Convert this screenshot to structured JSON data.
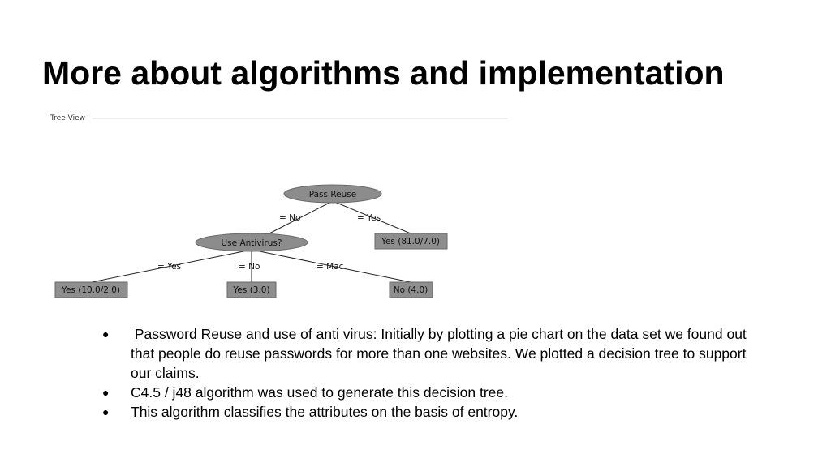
{
  "slide": {
    "title": "More about algorithms and implementation"
  },
  "tree_view": {
    "header": "Tree View",
    "nodes": {
      "root": "Pass Reuse",
      "antivirus": "Use Antivirus?",
      "leaf_yes_root": "Yes (81.0/7.0)",
      "leaf_yes_av": "Yes (10.0/2.0)",
      "leaf_no_av": "Yes (3.0)",
      "leaf_mac_av": "No (4.0)"
    },
    "edges": {
      "root_no": "= No",
      "root_yes": "= Yes",
      "av_yes": "= Yes",
      "av_no": "= No",
      "av_mac": "= Mac"
    }
  },
  "bullets": [
    " Password Reuse and use of anti virus: Initially by plotting a pie chart on the data set we found out that people do reuse passwords for more than one websites. We plotted a decision tree to support our claims.",
    "C4.5 / j48 algorithm was used to generate this decision tree.",
    "This algorithm classifies the attributes on the basis of entropy."
  ],
  "colors": {
    "node_fill": "#8c8c8c",
    "leaf_fill": "#8e8e8e",
    "edge": "#222222"
  }
}
